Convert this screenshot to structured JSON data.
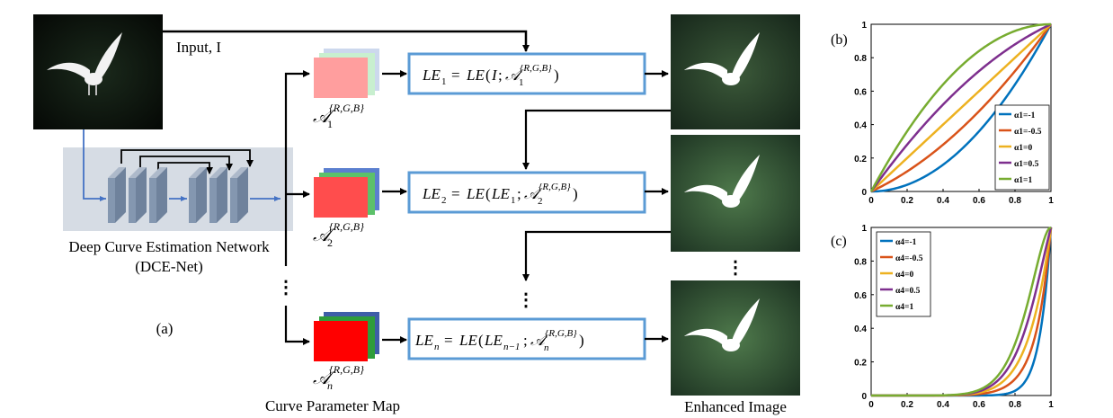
{
  "diagram": {
    "input_label": "Input, I",
    "network_label_line1": "Deep Curve Estimation Network",
    "network_label_line2": "(DCE-Net)",
    "panel_a_label": "(a)",
    "param_map_label": "Curve Parameter Map",
    "enhanced_label": "Enhanced Image",
    "param_labels": [
      "A_1^{R,G,B}",
      "A_2^{R,G,B}",
      "A_n^{R,G,B}"
    ],
    "equations": [
      "LE_1 = LE(I; A_1^{R,G,B})",
      "LE_2 = LE(LE_1; A_2^{R,G,B})",
      "LE_n = LE(LE_{n-1}; A_n^{R,G,B})"
    ],
    "ellipsis": "⋮",
    "colors": {
      "box_border": "#5b9bd5",
      "network_bg": "#d6dce4",
      "layer": "#8497b0",
      "blue_arrow": "#4472c4",
      "map1": "#ff9e9e",
      "map2": "#ff4d4d",
      "map3": "#ff0000"
    }
  },
  "chart_data": [
    {
      "panel": "(b)",
      "type": "line",
      "xlim": [
        0,
        1
      ],
      "ylim": [
        0,
        1
      ],
      "xticks": [
        "0",
        "0.2",
        "0.4",
        "0.6",
        "0.8",
        "1"
      ],
      "yticks": [
        "0",
        "0.2",
        "0.4",
        "0.6",
        "0.8",
        "1"
      ],
      "legend_position": "bottom-right",
      "curve": "LE(x) = x + a*x*(1-x)",
      "series": [
        {
          "name": "α1=-1",
          "alpha": -1,
          "color": "#0072bd"
        },
        {
          "name": "α1=-0.5",
          "alpha": -0.5,
          "color": "#d95319"
        },
        {
          "name": "α1=0",
          "alpha": 0,
          "color": "#edb120"
        },
        {
          "name": "α1=0.5",
          "alpha": 0.5,
          "color": "#7e2f8e"
        },
        {
          "name": "α1=1",
          "alpha": 1,
          "color": "#77ac30"
        }
      ]
    },
    {
      "panel": "(c)",
      "type": "line",
      "xlim": [
        0,
        1
      ],
      "ylim": [
        0,
        1
      ],
      "xticks": [
        "0",
        "0.2",
        "0.4",
        "0.6",
        "0.8",
        "1"
      ],
      "yticks": [
        "0",
        "0.2",
        "0.4",
        "0.6",
        "0.8",
        "1"
      ],
      "legend_position": "top-left",
      "iterations": 4,
      "series": [
        {
          "name": "α4=-1",
          "alpha": -1,
          "color": "#0072bd"
        },
        {
          "name": "α4=-0.5",
          "alpha": -0.5,
          "color": "#d95319"
        },
        {
          "name": "α4=0",
          "alpha": 0,
          "color": "#edb120"
        },
        {
          "name": "α4=0.5",
          "alpha": 0.5,
          "color": "#7e2f8e"
        },
        {
          "name": "α4=1",
          "alpha": 1,
          "color": "#77ac30"
        }
      ]
    }
  ]
}
